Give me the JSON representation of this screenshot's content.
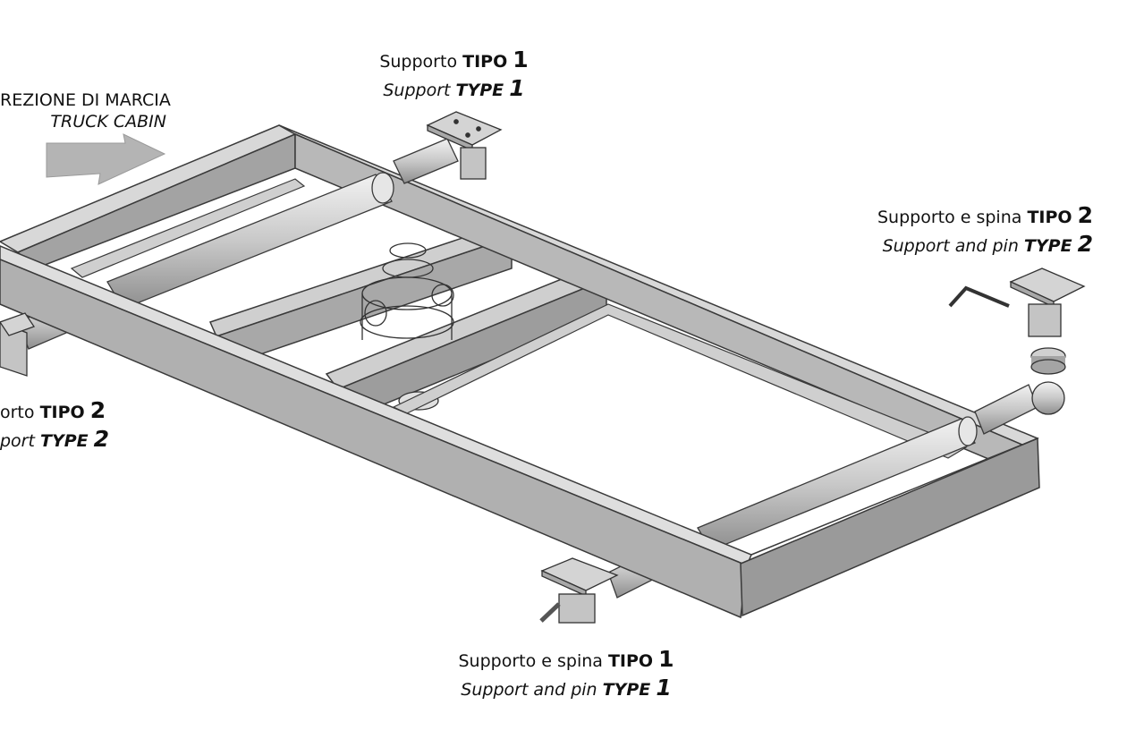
{
  "labels": {
    "direction": {
      "it": "REZIONE DI MARCIA",
      "en": "TRUCK CABIN"
    },
    "top_support": {
      "it_text": "Supporto ",
      "it_type": "TIPO",
      "en_text": "Support ",
      "en_type": "TYPE",
      "num": "1"
    },
    "right_support_pin": {
      "it_text": "Supporto e spina ",
      "it_type": "TIPO",
      "en_text": "Support and pin ",
      "en_type": "TYPE",
      "num": "2"
    },
    "left_support": {
      "it_text": "orto ",
      "it_type": "TIPO",
      "en_text": "port ",
      "en_type": "TYPE",
      "num": "2"
    },
    "bottom_support_pin": {
      "it_text": "Supporto e spina ",
      "it_type": "TIPO",
      "en_text": "Support and pin ",
      "en_type": "TYPE",
      "num": "1"
    }
  },
  "colors": {
    "steel_light": "#d6d6d6",
    "steel_mid": "#b9b9b9",
    "steel_dark": "#8f8f8f",
    "outline": "#3a3a3a",
    "arrow": "#b4b4b4"
  }
}
